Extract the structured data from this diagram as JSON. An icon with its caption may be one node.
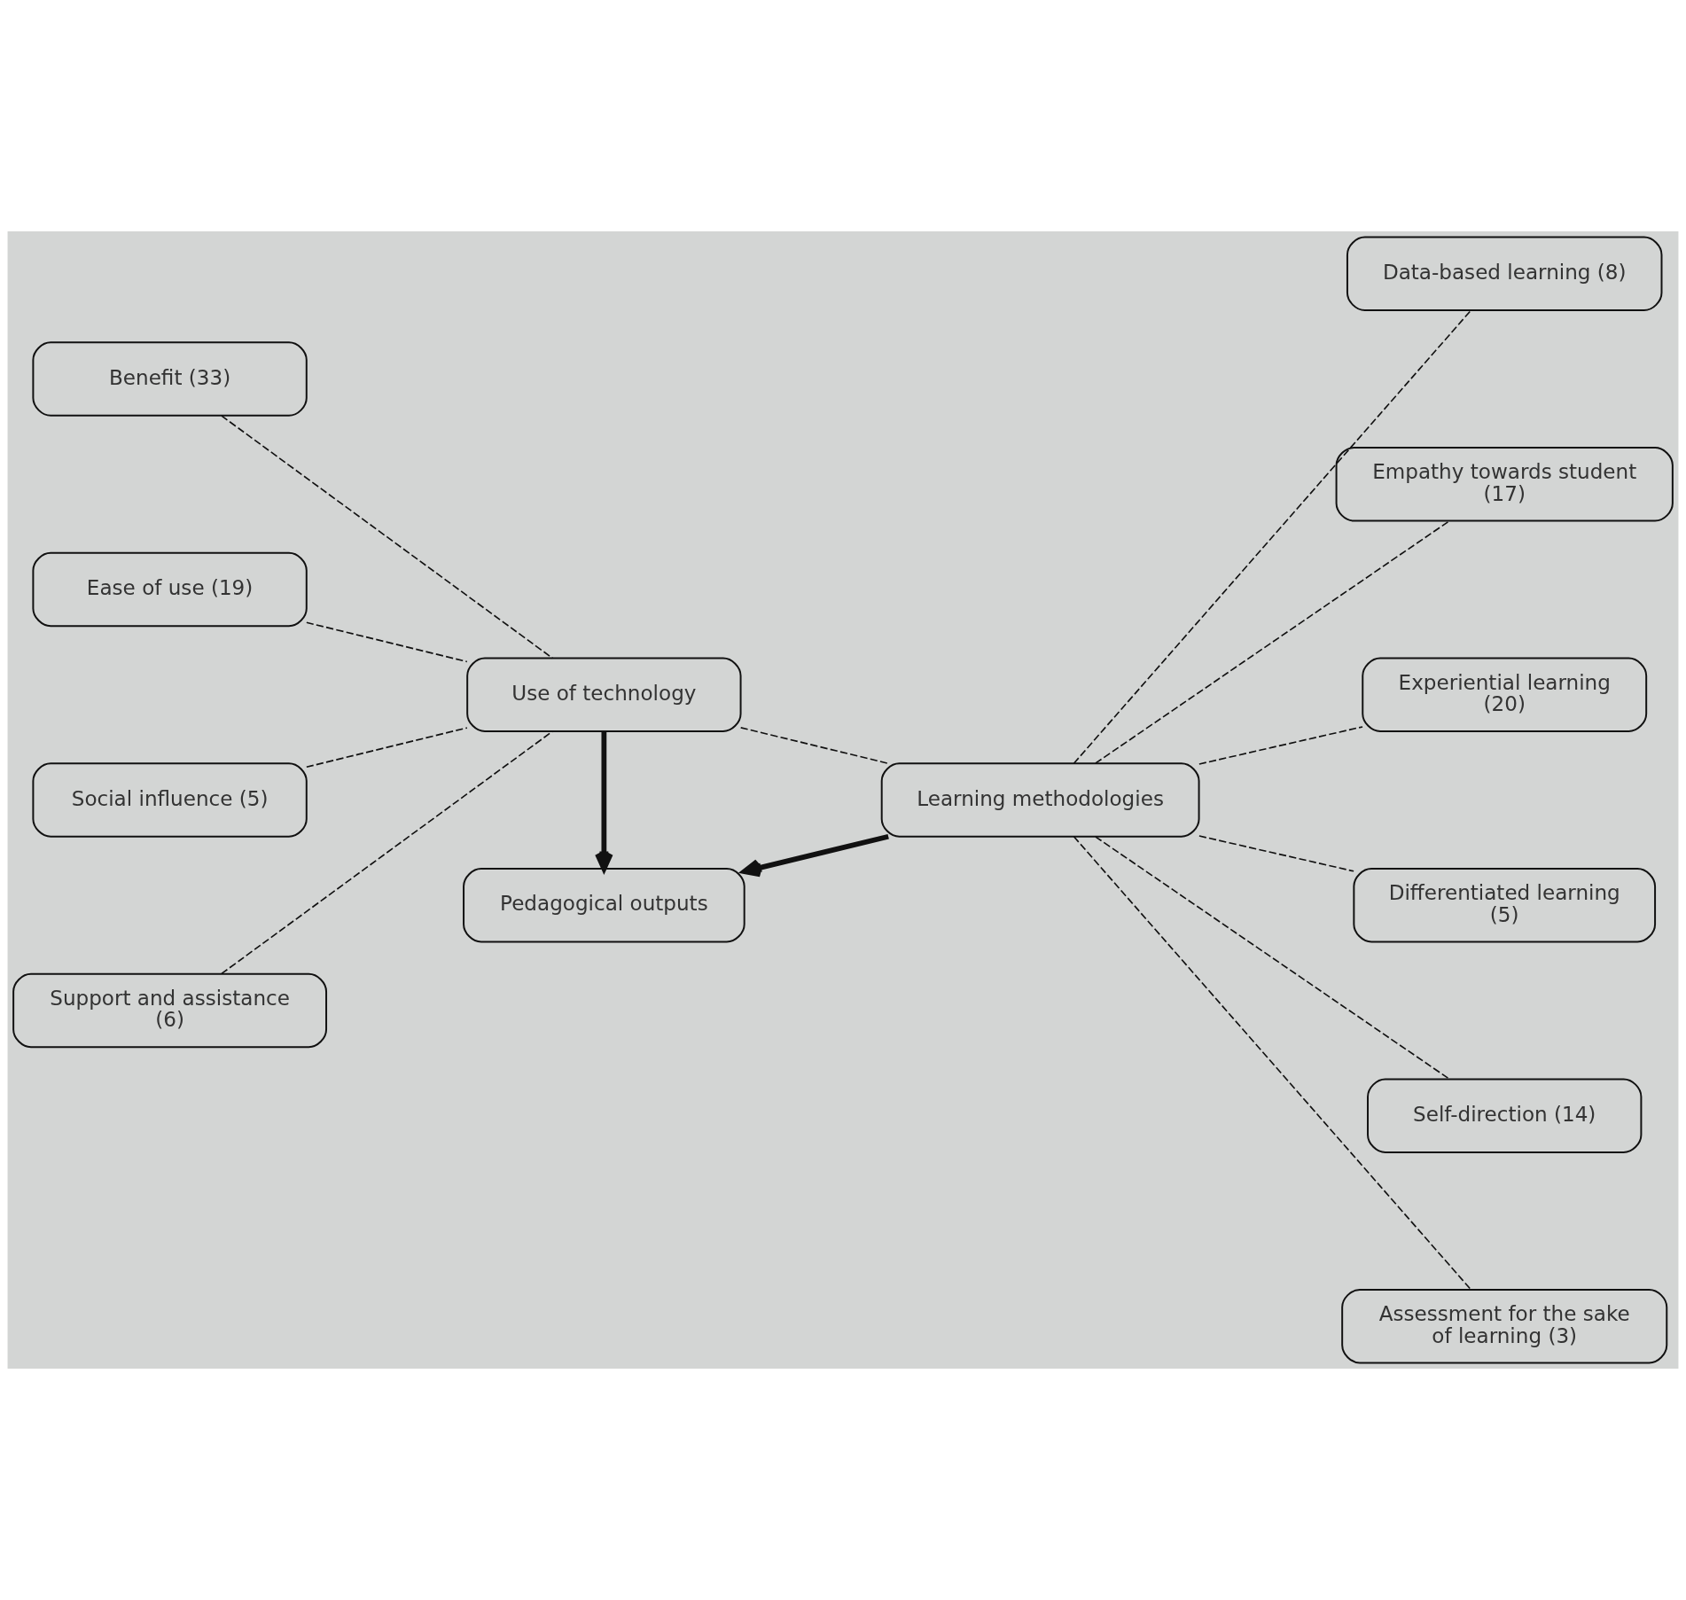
{
  "diagram": {
    "nodes": [
      {
        "text": [
          "Benefit (33)"
        ]
      },
      {
        "text": [
          "Ease of use (19)"
        ]
      },
      {
        "text": [
          "Social influence (5)"
        ]
      },
      {
        "text": [
          "Support and assistance (6)"
        ]
      },
      {
        "text": [
          "Use of technology"
        ]
      },
      {
        "text": [
          "Learning methodologies"
        ]
      },
      {
        "text": [
          "Pedagogical outputs"
        ]
      },
      {
        "text": [
          "Data-based learning (8)"
        ]
      },
      {
        "text": [
          "Empathy towards student (17)"
        ]
      },
      {
        "text": [
          "Experiential learning (20)"
        ]
      },
      {
        "text": [
          "Differentiated learning (5)"
        ]
      },
      {
        "text": [
          "Self-direction (14)"
        ]
      },
      {
        "text": [
          "Assessment for the sake of learning (3)"
        ]
      }
    ],
    "edges": [
      {
        "from": 0,
        "to": 4,
        "arrow": "none",
        "style": "dashed"
      },
      {
        "from": 1,
        "to": 4,
        "arrow": "none",
        "style": "dashed"
      },
      {
        "from": 2,
        "to": 4,
        "arrow": "none",
        "style": "dashed"
      },
      {
        "from": 3,
        "to": 4,
        "arrow": "none",
        "style": "dashed"
      },
      {
        "from": 4,
        "to": 5,
        "arrow": "none",
        "style": "dashed"
      },
      {
        "from": 5,
        "to": 7,
        "arrow": "none",
        "style": "dashed"
      },
      {
        "from": 5,
        "to": 8,
        "arrow": "none",
        "style": "dashed"
      },
      {
        "from": 5,
        "to": 9,
        "arrow": "none",
        "style": "dashed"
      },
      {
        "from": 5,
        "to": 10,
        "arrow": "none",
        "style": "dashed"
      },
      {
        "from": 5,
        "to": 11,
        "arrow": "none",
        "style": "dashed"
      },
      {
        "from": 5,
        "to": 12,
        "arrow": "none",
        "style": "dashed"
      },
      {
        "from": 4,
        "to": 6,
        "arrow": "to",
        "style": "thick"
      },
      {
        "from": 5,
        "to": 6,
        "arrow": "to",
        "style": "thick"
      }
    ]
  }
}
